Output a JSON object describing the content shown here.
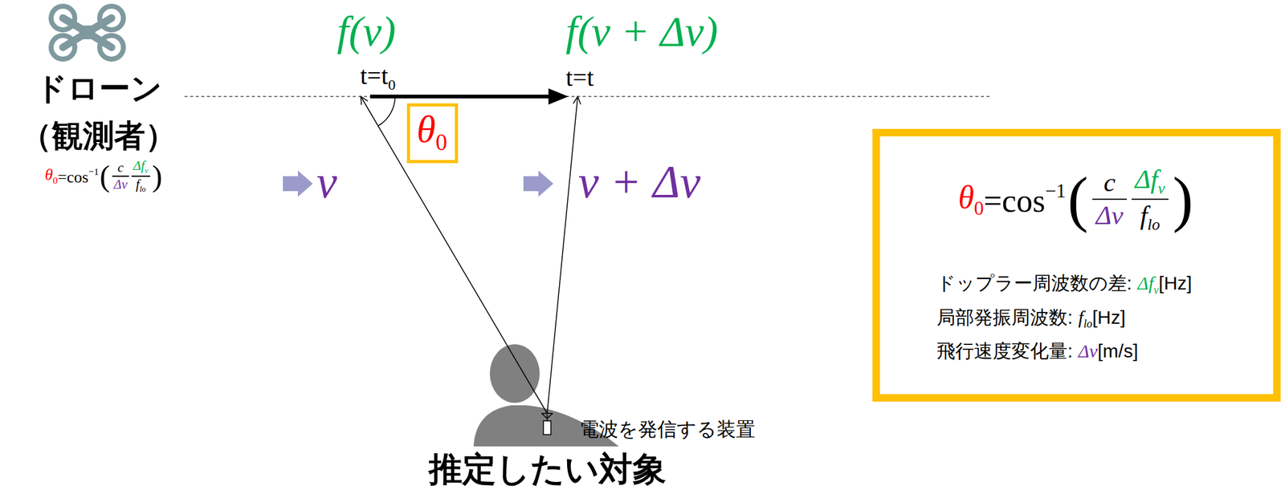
{
  "diagram": {
    "nodes": [
      {
        "text": [
          "θ",
          "0"
        ]
      },
      {
        "text": [
          "θ",
          "0",
          "=cos",
          "−1",
          "(",
          "c",
          "Δv",
          "Δf",
          "v",
          "f",
          "lo",
          ")",
          "ドップラー周波数の差:",
          "Δf",
          "v",
          "[Hz]",
          "局部発振周波数:",
          "f",
          "lo",
          "[Hz]",
          "飛行速度変化量:",
          "Δv",
          "[m/s]"
        ]
      }
    ],
    "labels": [
      "ドローン",
      "（観測者）",
      "θ",
      "0",
      "=cos",
      "−1",
      "(",
      "c",
      "Δv",
      "Δf",
      "v",
      "f",
      "lo",
      ")",
      "f(v)",
      "f(v + Δv)",
      "t=t",
      "0",
      "t=t",
      "v",
      "v + Δv",
      "電波を発信する装置",
      "推定したい対象"
    ]
  }
}
